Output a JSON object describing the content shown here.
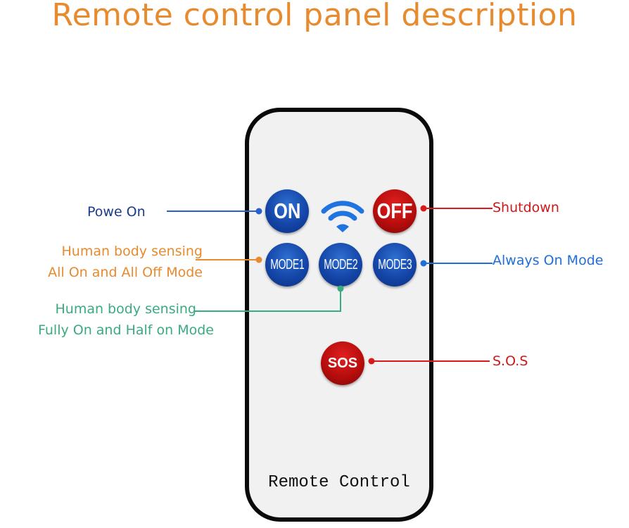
{
  "title": "Remote control panel description",
  "remote": {
    "label": "Remote Control",
    "buttons": {
      "on": "ON",
      "off": "OFF",
      "mode1": "MODE1",
      "mode2": "MODE2",
      "mode3": "MODE3",
      "sos": "SOS"
    },
    "center_icon": "wifi-signal-icon"
  },
  "annotations": {
    "power_on": {
      "text": "Powe On",
      "color": "#1a3a8c",
      "target": "ON"
    },
    "shutdown": {
      "text": "Shutdown",
      "color": "#cc1a1a",
      "target": "OFF"
    },
    "mode1": {
      "line1": "Human body sensing",
      "line2": "All On and All Off Mode",
      "color": "#e88a2e",
      "target": "MODE1"
    },
    "mode2": {
      "line1": "Human body sensing",
      "line2": "Fully On and Half on Mode",
      "color": "#3aaa80",
      "target": "MODE2"
    },
    "mode3": {
      "text": "Always On Mode",
      "color": "#1f6fd6",
      "target": "MODE3"
    },
    "sos": {
      "text": "S.O.S",
      "color": "#cc1a1a",
      "target": "SOS"
    }
  },
  "colors": {
    "title": "#e88a2e",
    "button_blue": "#1446a8",
    "button_red": "#b80d0d",
    "remote_body": "#f1f1f1",
    "remote_border": "#0a0a0a",
    "line_blue_dark": "#2a5fd0",
    "line_orange": "#e88a2e",
    "line_green": "#3aaa80",
    "line_red": "#d81a1a",
    "line_blue": "#1f6fd6"
  }
}
